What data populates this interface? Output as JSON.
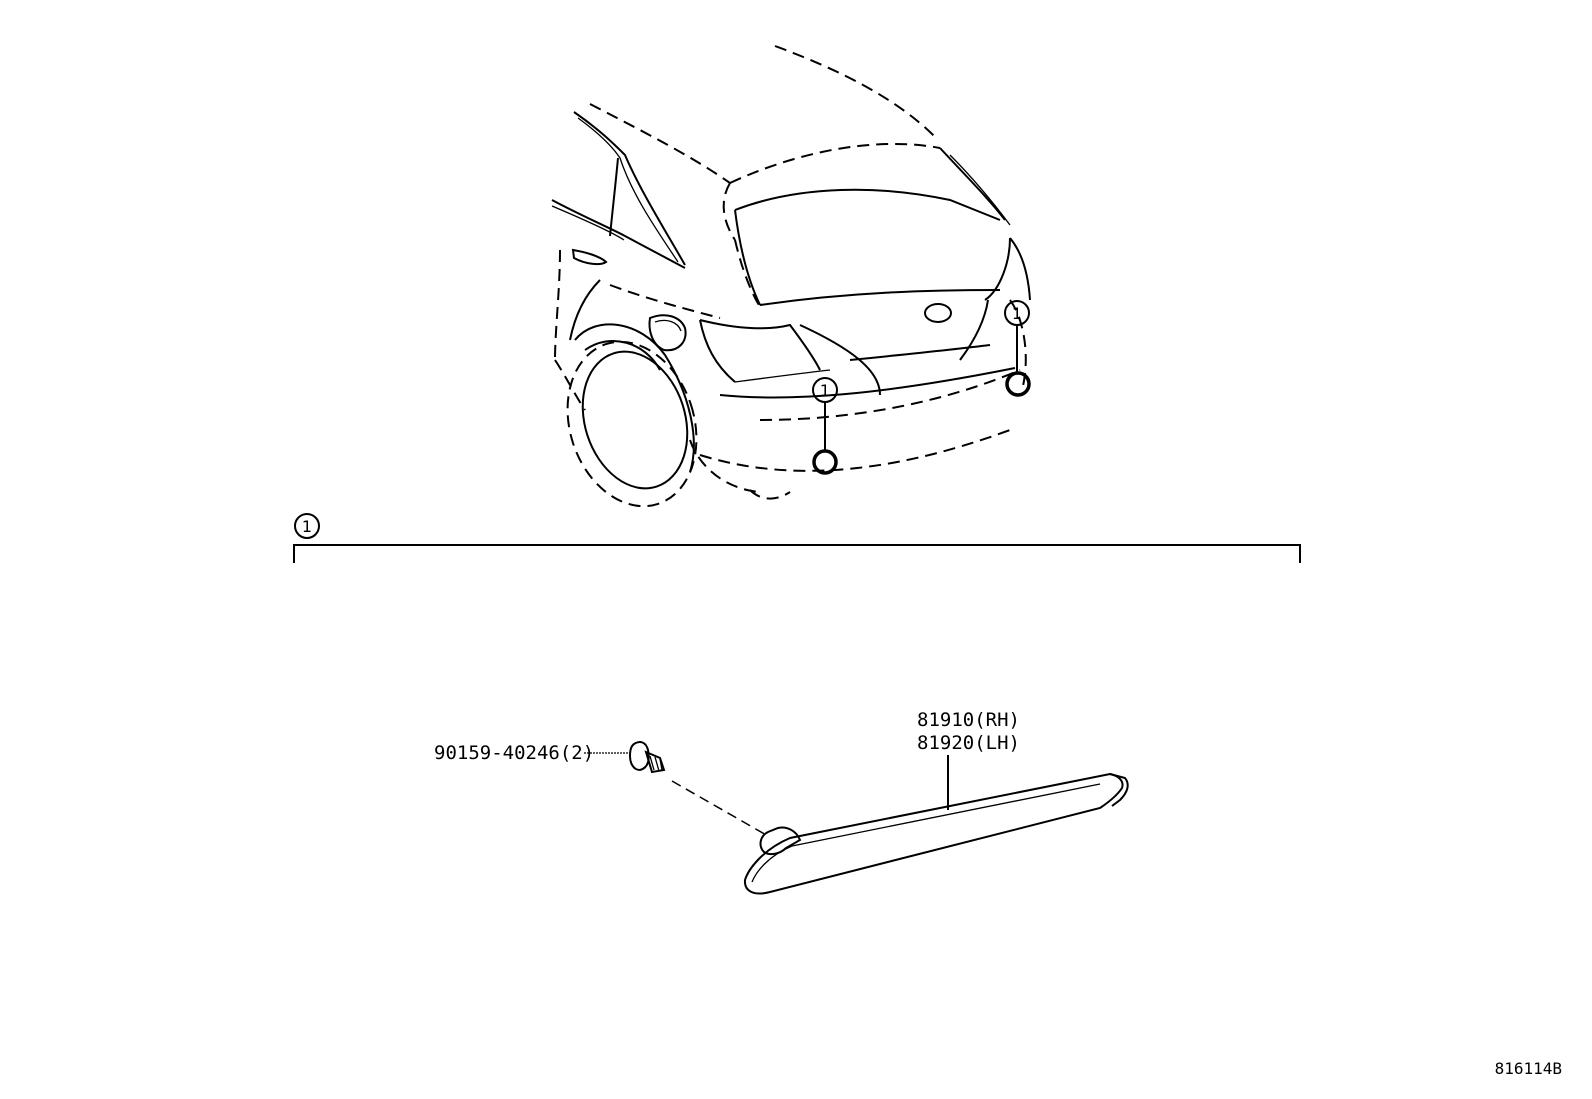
{
  "callouts": {
    "marker_label": "1"
  },
  "parts": {
    "screw": "90159-40246(2)",
    "reflector_rh": "81910(RH)",
    "reflector_lh": "81920(LH)"
  },
  "diagram_ref": "816114B"
}
